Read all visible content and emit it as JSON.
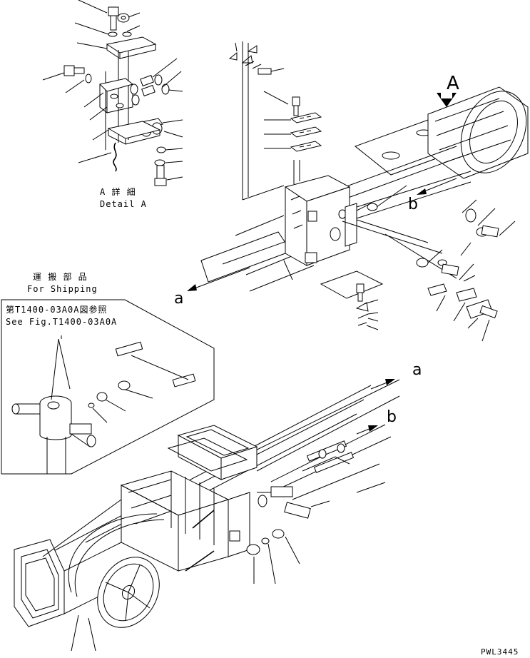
{
  "detail_a": {
    "title_jp": "A 詳 細",
    "title_en": "Detail A"
  },
  "shipping": {
    "title_jp": "運 搬 部 品",
    "title_en": "For Shipping",
    "ref_jp": "第T1400-03A0A図参照",
    "ref_en": "See Fig.T1400-03A0A"
  },
  "markers": {
    "A": "A",
    "a_left": "a",
    "b_upper": "b",
    "a_right": "a",
    "b_lower": "b"
  },
  "drawing_code": "PWL3445"
}
